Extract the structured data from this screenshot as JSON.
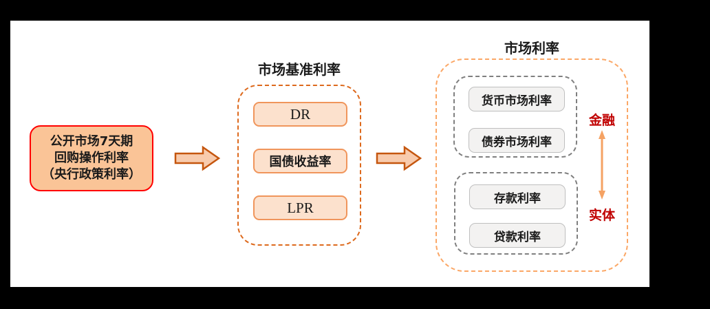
{
  "policy_box": {
    "lines": [
      "公开市场7天期",
      "回购操作利率",
      "（央行政策利率）"
    ]
  },
  "benchmark": {
    "title": "市场基准利率",
    "items": [
      "DR",
      "国债收益率",
      "LPR"
    ]
  },
  "market": {
    "title": "市场利率",
    "financial_group": {
      "items": [
        "货币市场利率",
        "债券市场利率"
      ]
    },
    "real_group": {
      "items": [
        "存款利率",
        "贷款利率"
      ]
    },
    "financial_label": "金融",
    "real_label": "实体"
  },
  "colors": {
    "canvas": "#ffffff",
    "frame": "#000000",
    "text": "#1a1a1a",
    "policy_fill": "#FAC497",
    "policy_border": "#FF0000",
    "arrow_fill": "#F8CBAD",
    "arrow_stroke": "#C5560E",
    "benchmark_dash": "#DD691C",
    "benchmark_item_fill": "#FCE1CD",
    "benchmark_item_border": "#F0955B",
    "market_dash": "#FBA766",
    "group_dash": "#7F7F7F",
    "gray_item_fill": "#F3F2F1",
    "gray_item_border": "#BFBFBF",
    "side_label": "#C00000",
    "link_arrow": "#F5A263"
  }
}
